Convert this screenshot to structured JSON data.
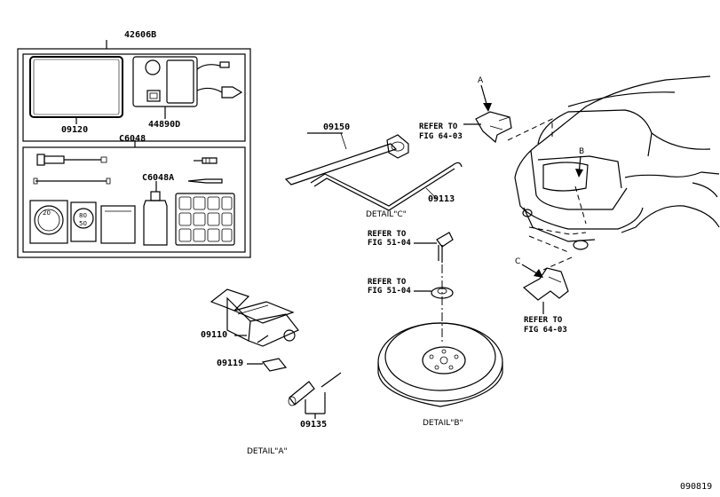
{
  "diagram": {
    "figure_number": "090819",
    "part_numbers": {
      "kit": "42606B",
      "pouch": "09120",
      "repair_kit": "44890D",
      "tool_set": "C6048",
      "sealant": "C6048A",
      "lug_wrench": "09150",
      "handle": "09113",
      "jack": "09110",
      "jack_label": "09119",
      "tools": "09135"
    },
    "detail_labels": {
      "a": "DETAIL\"A\"",
      "b": "DETAIL\"B\"",
      "c": "DETAIL\"C\""
    },
    "refer_to_labels": {
      "r1": "REFER TO",
      "r1_fig": "FIG 64-03",
      "r2": "REFER TO",
      "r2_fig": "FIG 51-04",
      "r3": "REFER TO",
      "r3_fig": "FIG 51-04",
      "r4": "REFER TO",
      "r4_fig": "FIG 64-03"
    },
    "view_markers": {
      "a": "A",
      "b": "B",
      "c": "C"
    },
    "badge_texts": {
      "b1": "20",
      "b2": "80",
      "b3": "50"
    }
  }
}
